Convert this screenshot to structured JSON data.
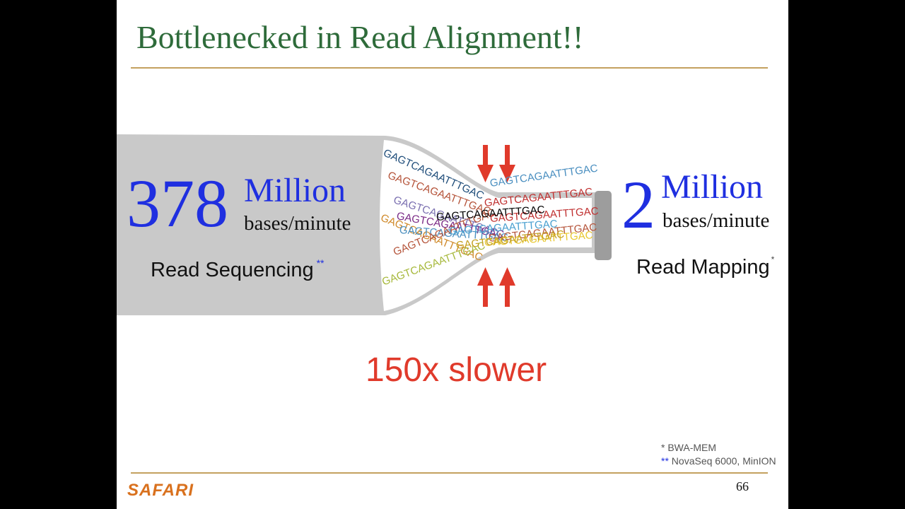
{
  "title": "Bottlenecked in Read Alignment!!",
  "left": {
    "number": "378",
    "unit": "Million",
    "sub": "bases/minute",
    "label": "Read Sequencing",
    "marker": "**"
  },
  "right": {
    "number": "2",
    "unit": "Million",
    "sub": "bases/minute",
    "label": "Read Mapping",
    "marker": "*"
  },
  "dna_sequence": "GAGTCAGAATTTGAC",
  "comparison": "150x slower",
  "footnotes": {
    "f1": "* BWA-MEM",
    "f2_marker": "**",
    "f2_text": " NovaSeq 6000, MinION"
  },
  "logo": "SAFARI",
  "page_number": "66",
  "colors": {
    "title": "#2e6b3a",
    "accent_blue": "#1f2fe0",
    "accent_red": "#e03a2b",
    "rule": "#c4a15f",
    "bottle": "#c9c9c9",
    "logo": "#d9711e"
  }
}
